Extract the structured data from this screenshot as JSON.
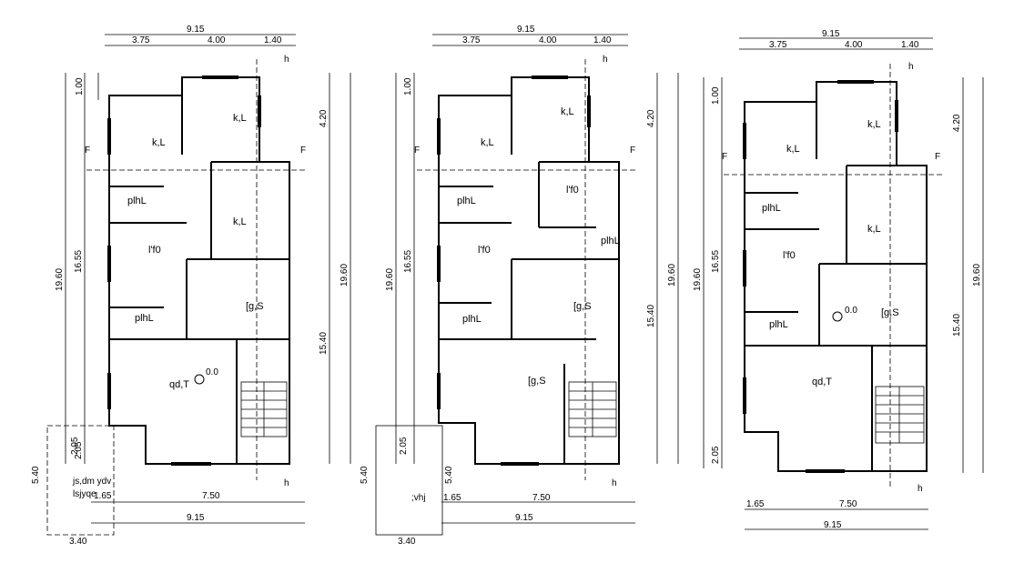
{
  "plans": [
    {
      "dims_top": {
        "total": "9.15",
        "parts": [
          "3.75",
          "4.00",
          "1.40"
        ]
      },
      "dims_left": {
        "outer": "19.60",
        "inner": "16.55",
        "top": "1.00",
        "bottom": "2.05"
      },
      "dims_right": {
        "outer": "19.60",
        "inner": "15.40",
        "top": "4.20"
      },
      "dims_bottom": {
        "total": "9.15",
        "parts": [
          "1.65",
          "7.50"
        ]
      },
      "annex": {
        "width": "3.40",
        "height": "5.40",
        "label_1": "js,dm ydv",
        "label_2": "lsjyqe"
      },
      "rooms": [
        "k,L",
        "k,L",
        "k,L",
        "plhL",
        "l'f0",
        "plhL",
        "[g,S",
        "qd,T"
      ],
      "level": "0.0",
      "section_mark": "F",
      "section_mark_h": "h"
    },
    {
      "dims_top": {
        "total": "9.15",
        "parts": [
          "3.75",
          "4.00",
          "1.40"
        ]
      },
      "dims_left": {
        "outer": "19.60",
        "inner": "16.55",
        "top": "1.00",
        "bottom": "2.05"
      },
      "dims_right": {
        "outer": "19.60",
        "inner": "15.40",
        "top": "4.20"
      },
      "dims_bottom": {
        "total": "9.15",
        "parts": [
          "1.65",
          "7.50"
        ]
      },
      "annex": {
        "width": "3.40",
        "height": "5.40",
        "label_1": ";vhj",
        "label_2": ""
      },
      "rooms": [
        "k,L",
        "k,L",
        "l'f0",
        "plhL",
        "l'f0",
        "plhL",
        "plhL",
        "[g,S",
        "[g,S"
      ],
      "level": "",
      "section_mark": "F",
      "section_mark_h": "h"
    },
    {
      "dims_top": {
        "total": "9.15",
        "parts": [
          "3.75",
          "4.00",
          "1.40"
        ]
      },
      "dims_left": {
        "outer": "19.60",
        "inner": "16.55",
        "top": "1.00",
        "bottom": "2.05"
      },
      "dims_right": {
        "outer": "19.60",
        "inner": "15.40",
        "top": "4.20"
      },
      "dims_bottom": {
        "total": "9.15",
        "parts": [
          "1.65",
          "7.50"
        ]
      },
      "rooms": [
        "k,L",
        "k,L",
        "k,L",
        "plhL",
        "l'f0",
        "plhL",
        "[g,S",
        "qd,T"
      ],
      "level": "0.0",
      "section_mark": "F",
      "section_mark_h": "h"
    }
  ]
}
